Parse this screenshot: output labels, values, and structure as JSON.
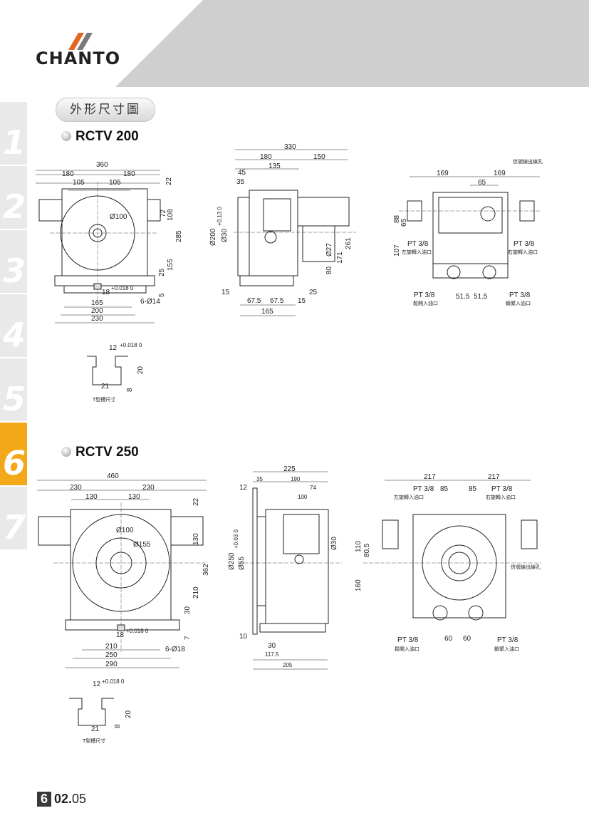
{
  "brand": {
    "logo_text": "CHANTO"
  },
  "side_tabs": [
    "1",
    "2",
    "3",
    "4",
    "5",
    "6",
    "7"
  ],
  "active_tab": "6",
  "section_title": "外形尺寸圖",
  "models": [
    {
      "title": "RCTV 200"
    },
    {
      "title": "RCTV 250"
    }
  ],
  "rctv200": {
    "front": {
      "w360": "360",
      "w180a": "180",
      "w180b": "180",
      "w105a": "105",
      "w105b": "105",
      "h22": "22",
      "h72": "72",
      "h108": "108",
      "h285": "285",
      "h155": "155",
      "h25": "25",
      "h5": "5",
      "d100": "Ø100",
      "slot": "18",
      "slot_tol": "+0.018 0",
      "holes": "6-Ø14",
      "w165": "165",
      "w200": "200",
      "w230": "230"
    },
    "side": {
      "w330": "330",
      "w180": "180",
      "w150": "150",
      "w135": "135",
      "w45": "45",
      "w35": "35",
      "d200": "Ø200",
      "d30": "Ø30",
      "d30_tol": "+0.13 0",
      "d27": "Ø27",
      "h80": "80",
      "h171": "171",
      "h261": "261",
      "b15a": "15",
      "b25": "25",
      "b67a": "67.5",
      "b67b": "67.5",
      "b15b": "15",
      "b165": "165"
    },
    "rear": {
      "w169a": "169",
      "w169b": "169",
      "w65": "65",
      "h88": "88",
      "h65": "65",
      "h107": "107",
      "signal_hole": "信號線出線孔",
      "pt_left": "PT 3/8",
      "pt_left_cn": "左旋轉入油口",
      "pt_right": "PT 3/8",
      "pt_right_cn": "右旋轉入油口",
      "pt_release": "PT 3/8",
      "pt_release_cn": "鬆開入油口",
      "pt_clamp": "PT 3/8",
      "pt_clamp_cn": "鎖緊入油口",
      "w51a": "51.5",
      "w51b": "51.5"
    },
    "tslot": {
      "top": "12",
      "top_tol": "+0.018 0",
      "h20": "20",
      "w21": "21",
      "h8": "8",
      "caption": "T型槽尺寸"
    }
  },
  "rctv250": {
    "front": {
      "w460": "460",
      "w230a": "230",
      "w230b": "230",
      "w130a": "130",
      "w130b": "130",
      "h22": "22",
      "h130": "130",
      "h362": "362",
      "h210": "210",
      "h30": "30",
      "h7": "7",
      "d100": "Ø100",
      "d155": "Ø155",
      "slot": "18",
      "slot_tol": "+0.018 0",
      "holes": "6-Ø18",
      "w210": "210",
      "w250": "250",
      "w290": "290"
    },
    "side": {
      "w225": "225",
      "w35": "35",
      "w190": "190",
      "w12": "12",
      "w74": "74",
      "w100": "100",
      "d250": "Ø250",
      "d55": "Ø55",
      "d55_tol": "+0.03 0",
      "d30": "Ø30",
      "b10": "10",
      "b30": "30",
      "b117": "117.5",
      "b205": "205"
    },
    "rear": {
      "w217a": "217",
      "w217b": "217",
      "w85a": "85",
      "w85b": "85",
      "h110": "110",
      "h80": "80.5",
      "h160": "160",
      "pt_left": "PT 3/8",
      "pt_left_cn": "左旋轉入油口",
      "pt_right": "PT 3/8",
      "pt_right_cn": "右旋轉入油口",
      "signal_hole": "信號線出線孔",
      "pt_release": "PT 3/8",
      "pt_release_cn": "鬆開入油口",
      "pt_clamp": "PT 3/8",
      "pt_clamp_cn": "鎖緊入油口",
      "w60a": "60",
      "w60b": "60"
    },
    "tslot": {
      "top": "12",
      "top_tol": "+0.018 0",
      "h20": "20",
      "w21": "21",
      "h8": "8",
      "caption": "T型槽尺寸"
    }
  },
  "footer": {
    "chapter": "6",
    "page_bold": "02.",
    "page_rest": "05"
  }
}
